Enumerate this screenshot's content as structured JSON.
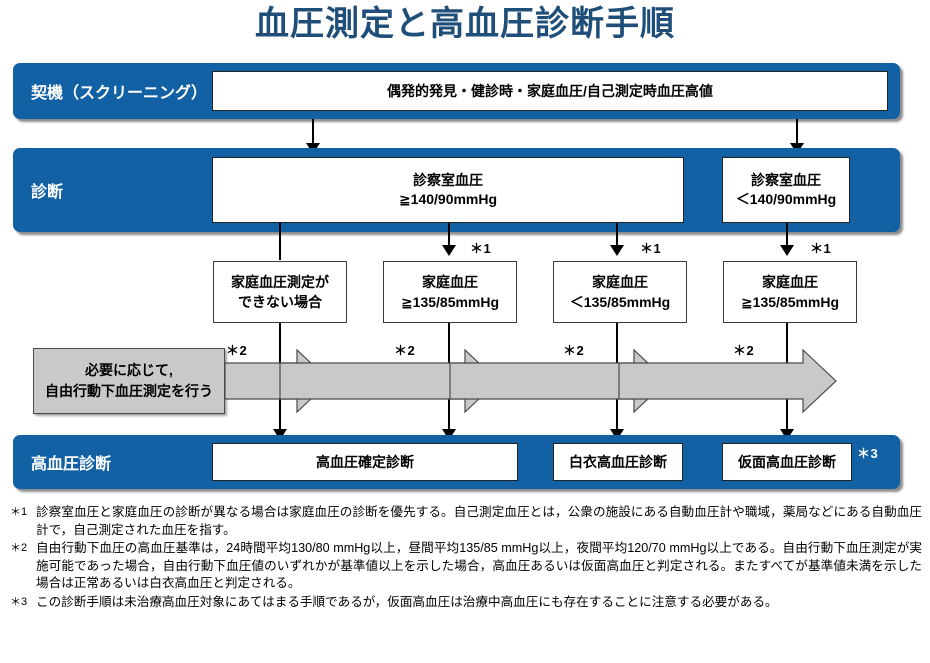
{
  "title": "血圧測定と高血圧診断手順",
  "colors": {
    "title_blue": "#1f4e79",
    "band_blue": "#1261a4",
    "gray_band": "#c9c9c9",
    "box_border": "#3b3b3b"
  },
  "rows": {
    "screening": {
      "label": "契機（スクリーニング）",
      "box": "偶発的発見・健診時・家庭血圧/自己測定時血圧高値"
    },
    "diagnosis": {
      "label": "診断",
      "box_left_line1": "診察室血圧",
      "box_left_line2": "≧140/90mmHg",
      "box_right_line1": "診察室血圧",
      "box_right_line2": "＜140/90mmHg"
    },
    "home_bp": {
      "boxes": [
        {
          "line1": "家庭血圧測定が",
          "line2": "できない場合",
          "mark": ""
        },
        {
          "line1": "家庭血圧",
          "line2": "≧135/85mmHg",
          "mark": "＊1"
        },
        {
          "line1": "家庭血圧",
          "line2": "＜135/85mmHg",
          "mark": "＊1"
        },
        {
          "line1": "家庭血圧",
          "line2": "≧135/85mmHg",
          "mark": "＊1"
        }
      ]
    },
    "abpm": {
      "label_line1": "必要に応じて,",
      "label_line2": "自由行動下血圧測定を行う",
      "marks": [
        "＊2",
        "＊2",
        "＊2",
        "＊2"
      ]
    },
    "final": {
      "label": "高血圧診断",
      "boxes": [
        {
          "text": "高血圧確定診断",
          "mark": ""
        },
        {
          "text": "白衣高血圧診断",
          "mark": ""
        },
        {
          "text": "仮面高血圧診断",
          "mark": "＊3"
        }
      ]
    }
  },
  "footnotes": [
    {
      "tag": "＊1",
      "text": "診察室血圧と家庭血圧の診断が異なる場合は家庭血圧の診断を優先する。自己測定血圧とは，公衆の施設にある自動血圧計や職域，薬局などにある自動血圧計で，自己測定された血圧を指す。"
    },
    {
      "tag": "＊2",
      "text": "自由行動下血圧の高血圧基準は，24時間平均130/80 mmHg以上，昼間平均135/85 mmHg以上，夜間平均120/70 mmHg以上である。自由行動下血圧測定が実施可能であった場合，自由行動下血圧値のいずれかが基準値以上を示した場合，高血圧あるいは仮面高血圧と判定される。またすべてが基準値未満を示した場合は正常あるいは白衣高血圧と判定される。"
    },
    {
      "tag": "＊3",
      "text": "この診断手順は未治療高血圧対象にあてはまる手順であるが，仮面高血圧は治療中高血圧にも存在することに注意する必要がある。"
    }
  ]
}
